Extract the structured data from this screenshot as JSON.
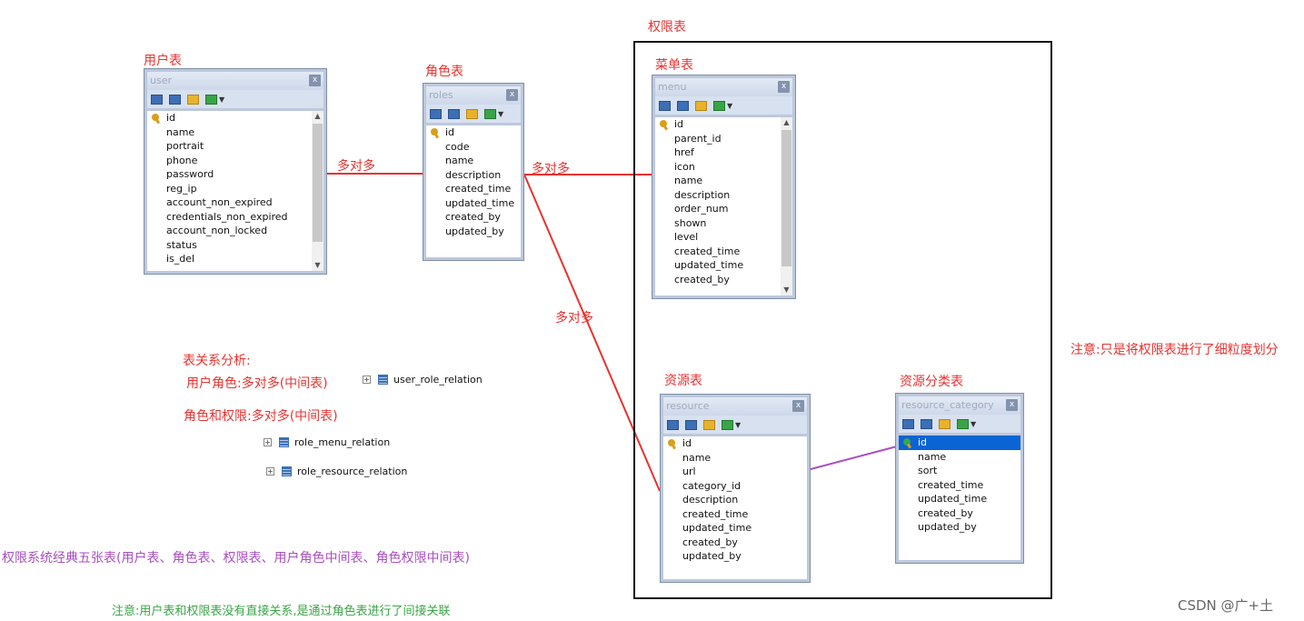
{
  "labels": {
    "user_table": "用户表",
    "roles_table": "角色表",
    "perm_table": "权限表",
    "menu_table": "菜单表",
    "resource_table": "资源表",
    "resource_category_table": "资源分类表",
    "many_to_many_1": "多对多",
    "many_to_many_2": "多对多",
    "many_to_many_3": "多对多",
    "analysis_title": "表关系分析:",
    "user_role": "用户角色:多对多(中间表)",
    "role_perm": "角色和权限:多对多(中间表)",
    "note_right": "注意:只是将权限表进行了细粒度划分",
    "five_tables": "权限系统经典五张表(用户表、角色表、权限表、用户角色中间表、角色权限中间表)",
    "note_bottom": "注意:用户表和权限表没有直接关系,是通过角色表进行了间接关联",
    "watermark": "CSDN @广+土"
  },
  "relations": {
    "user_role_relation": "user_role_relation",
    "role_menu_relation": "role_menu_relation",
    "role_resource_relation": "role_resource_relation"
  },
  "tables": {
    "user": {
      "name": "user",
      "fields": [
        "id",
        "name",
        "portrait",
        "phone",
        "password",
        "reg_ip",
        "account_non_expired",
        "credentials_non_expired",
        "account_non_locked",
        "status",
        "is_del"
      ]
    },
    "roles": {
      "name": "roles",
      "fields": [
        "id",
        "code",
        "name",
        "description",
        "created_time",
        "updated_time",
        "created_by",
        "updated_by"
      ]
    },
    "menu": {
      "name": "menu",
      "fields": [
        "id",
        "parent_id",
        "href",
        "icon",
        "name",
        "description",
        "order_num",
        "shown",
        "level",
        "created_time",
        "updated_time",
        "created_by"
      ]
    },
    "resource": {
      "name": "resource",
      "fields": [
        "id",
        "name",
        "url",
        "category_id",
        "description",
        "created_time",
        "updated_time",
        "created_by",
        "updated_by"
      ]
    },
    "resource_category": {
      "name": "resource_category",
      "fields": [
        "id",
        "name",
        "sort",
        "created_time",
        "updated_time",
        "created_by",
        "updated_by"
      ]
    }
  },
  "colors": {
    "relation_line": "#e8322f",
    "category_line": "#a94fc1",
    "note_green": "#3aa546"
  }
}
